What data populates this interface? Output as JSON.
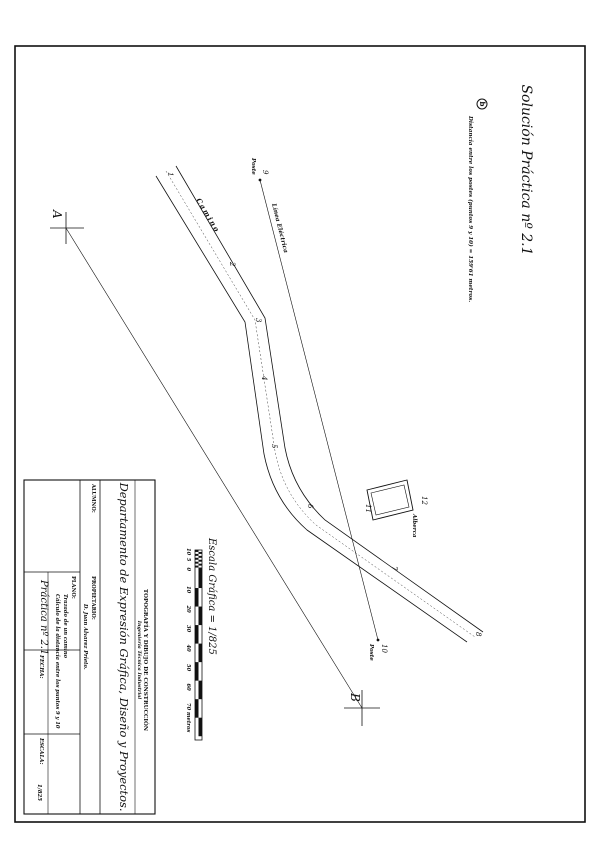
{
  "title": "Solución Práctica nº 2.1",
  "answer_marker": "b",
  "answer_text": "Distancia entre los postes (puntos 9 y 10) = 159'61 metros.",
  "road_label": "Camino",
  "power_line_label": "Línea Eléctrica",
  "pole_label": "Poste",
  "pool_label": "Alberca",
  "section_labels": [
    "A",
    "B"
  ],
  "road_points": [
    "1",
    "2",
    "3",
    "4",
    "5",
    "6",
    "7",
    "8"
  ],
  "pole_points": [
    "9",
    "10"
  ],
  "pool_points": [
    "11",
    "12"
  ],
  "scale": {
    "title": "Escala Gráfica = 1/825",
    "ticks": [
      "10",
      "5",
      "0",
      "10",
      "20",
      "30",
      "40",
      "50",
      "60",
      "70 metros"
    ]
  },
  "title_block": {
    "course": "TOPOGRAFÍA Y DIBUJO DE CONSTRUCCIÓN",
    "degree": "Ingeniería Técnica Industrial",
    "department": "Departamento de Expresión Gráfica, Diseño y Proyectos.",
    "alumno_label": "ALUMNO:",
    "propietario_label": "PROPIETARIO:",
    "propietario_value": "D. Juan Alvarez Prieto.",
    "plano_label": "PLANO:",
    "plano_line1": "Trazado de un camino",
    "plano_line2": "Cálculo de la distancia entre los puntos 9 y 10",
    "practica": "Práctica nº 2.1",
    "fecha_label": "FECHA:",
    "escala_label": "ESCALA:",
    "escala_value": "1/825"
  },
  "colors": {
    "ink": "#111111",
    "paper": "#ffffff"
  }
}
